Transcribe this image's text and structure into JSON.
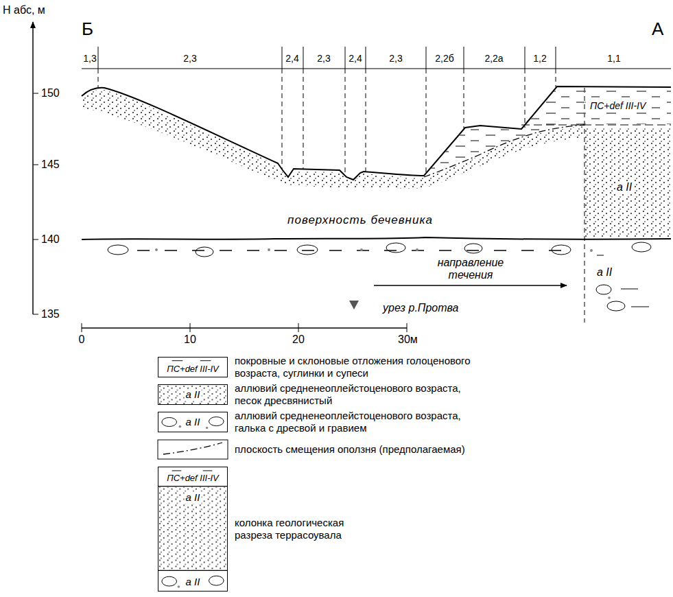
{
  "diagram": {
    "nodes": [
      {
        "text": [
          "ПС+def III-IV"
        ]
      },
      {
        "text": [
          "а II"
        ]
      },
      {
        "text": [
          "а II"
        ]
      },
      {
        "text": [
          "ПС+def III-IV",
          "а II",
          "а II"
        ]
      }
    ],
    "labels": [
      "Н абс, м",
      "Б",
      "А",
      "1,3",
      "2,3",
      "2,4",
      "2,3",
      "2,4",
      "2,3",
      "2,2б",
      "2,2а",
      "1,2",
      "1,1",
      "150",
      "145",
      "140",
      "135",
      "ПС+def III-IV",
      "а II",
      "поверхность бечевника",
      "направление течения",
      "а II",
      "урез р.Протва",
      "0",
      "10",
      "20",
      "30м"
    ],
    "legend": [
      {
        "text": "покровные и склоновые отложения голоценового возраста, суглинки и супеси"
      },
      {
        "text": "аллювий средненеоплейстоценового возраста, песок дресвянистый"
      },
      {
        "text": "аллювий средненеоплейстоценового возраста, галька с дресвой и гравием"
      },
      {
        "text": "плоскость смещения оползня (предполагаемая)"
      },
      {
        "text": "колонка геологическая разреза террасоувала"
      }
    ]
  }
}
